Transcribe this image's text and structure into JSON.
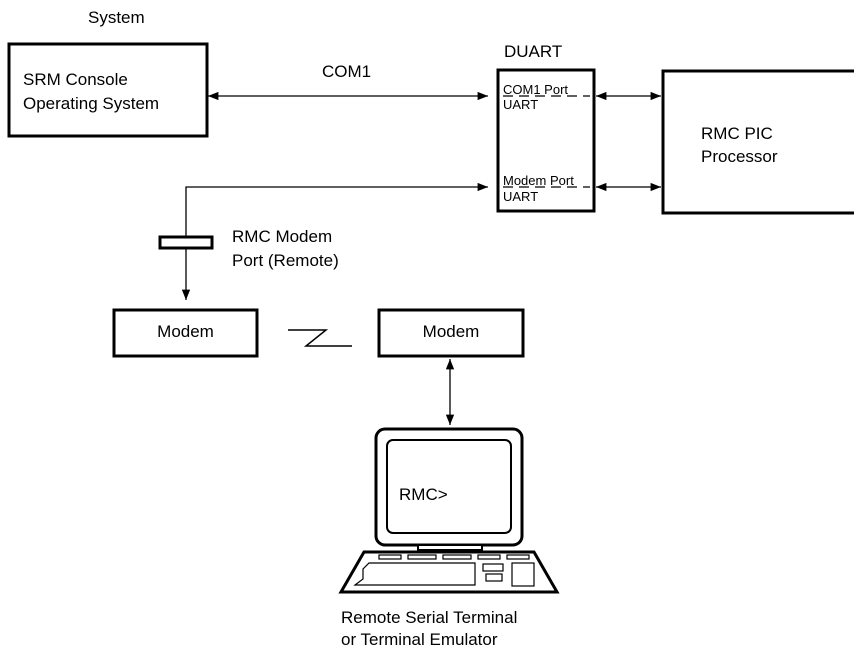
{
  "diagram": {
    "system_label": "System",
    "srm_box": {
      "line1": "SRM Console",
      "line2": "Operating System"
    },
    "com1_label": "COM1",
    "duart": {
      "title": "DUART",
      "com1_port_label": "COM1 Port",
      "com1_uart_label": "UART",
      "modem_port_label": "Modem Port",
      "modem_uart_label": "UART"
    },
    "rmc_pic": {
      "line1": "RMC PIC",
      "line2": "Processor"
    },
    "modem_port_label": {
      "line1": "RMC Modem",
      "line2": "Port (Remote)"
    },
    "modem_left_label": "Modem",
    "modem_right_label": "Modem",
    "terminal_prompt": "RMC>",
    "terminal_caption": {
      "line1": "Remote Serial Terminal",
      "line2": "or Terminal Emulator"
    }
  }
}
